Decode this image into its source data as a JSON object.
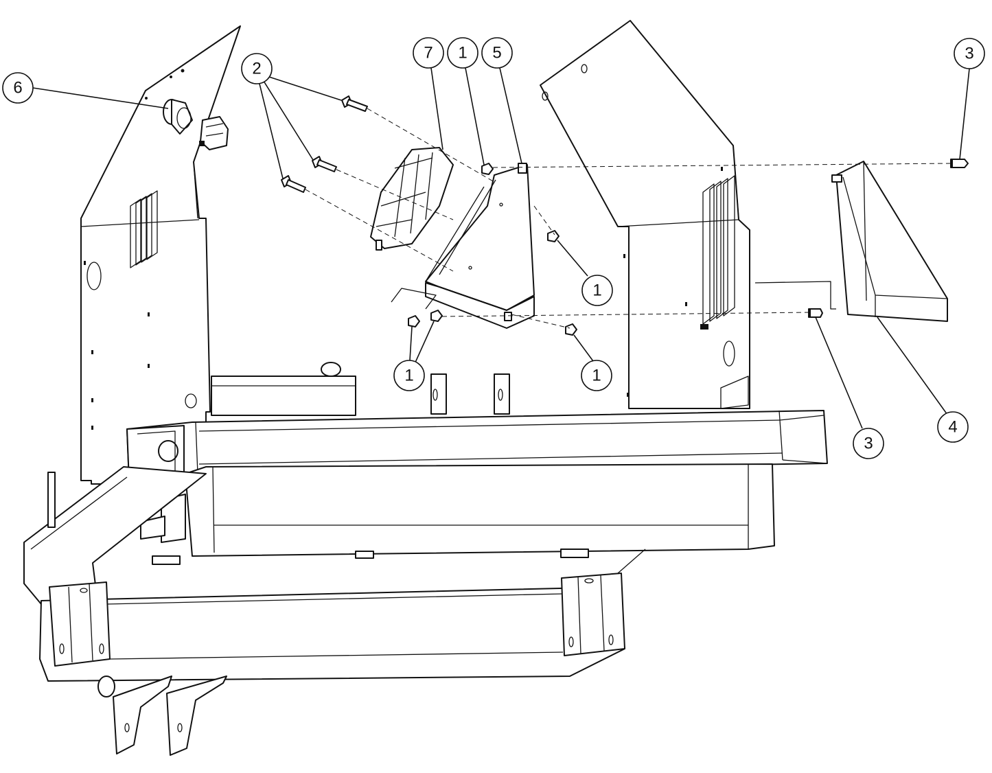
{
  "callouts": [
    {
      "id": "c6",
      "label": "6"
    },
    {
      "id": "c2",
      "label": "2"
    },
    {
      "id": "c7",
      "label": "7"
    },
    {
      "id": "c1a",
      "label": "1"
    },
    {
      "id": "c5",
      "label": "5"
    },
    {
      "id": "c3a",
      "label": "3"
    },
    {
      "id": "c1b",
      "label": "1"
    },
    {
      "id": "c1c",
      "label": "1"
    },
    {
      "id": "c1d",
      "label": "1"
    },
    {
      "id": "c3b",
      "label": "3"
    },
    {
      "id": "c4",
      "label": "4"
    }
  ]
}
